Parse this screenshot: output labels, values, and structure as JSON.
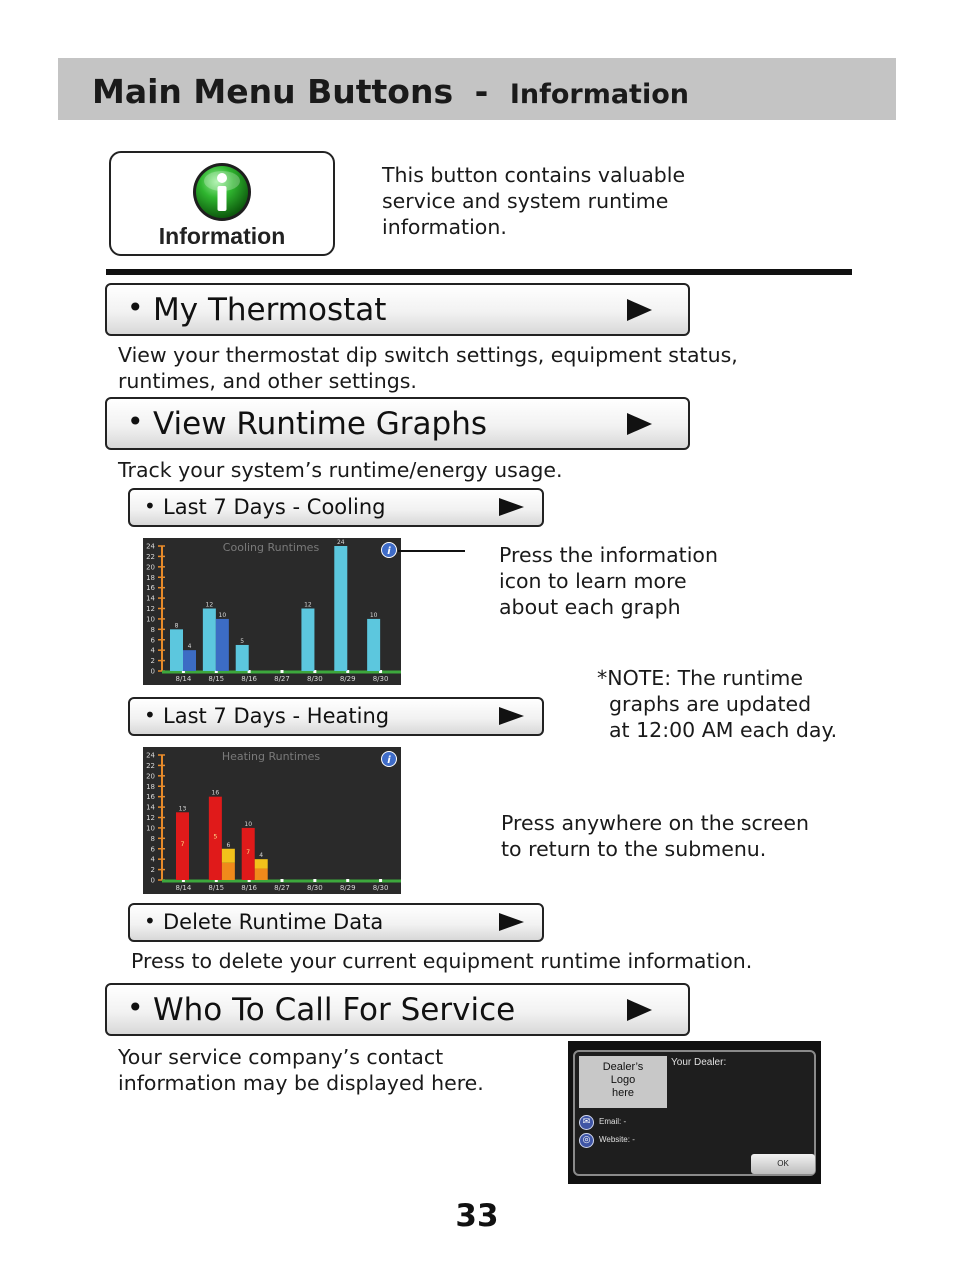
{
  "header": {
    "title": "Main Menu Buttons",
    "separator": "-",
    "subtitle": "Information"
  },
  "information_button": {
    "label": "Information",
    "description_lines": [
      "This button contains valuable",
      "service and system runtime",
      "information."
    ]
  },
  "colors": {
    "header_band": "#c4c4c4",
    "info_icon_green": "#2fb52f",
    "cooling_light": "#5cc7de",
    "cooling_dark": "#3c6cc4",
    "heating_red": "#e01a1a",
    "heating_yellow": "#f2c21b",
    "graph_bg": "#2a2a2a",
    "axis_green": "#3da83d",
    "axis_orange": "#e88b2a"
  },
  "sections": {
    "my_thermostat": {
      "label": "My Thermostat",
      "description_lines": [
        "View your thermostat dip switch settings, equipment status,",
        "runtimes, and other settings."
      ]
    },
    "view_runtime_graphs": {
      "label": "View Runtime Graphs",
      "description": "Track your system’s runtime/energy usage.",
      "submenu": {
        "cooling": {
          "label": "Last 7 Days - Cooling"
        },
        "heating": {
          "label": "Last 7 Days - Heating"
        },
        "delete": {
          "label": "Delete Runtime Data",
          "description": "Press to delete your current equipment runtime information."
        }
      },
      "info_note_lines": [
        "Press the information",
        "icon to learn more",
        "about each graph"
      ],
      "runtime_note_lines": [
        "*NOTE: The runtime",
        "graphs are updated",
        "at 12:00 AM each day."
      ],
      "return_note_lines": [
        "Press anywhere on the screen",
        "to return to the submenu."
      ]
    },
    "who_to_call": {
      "label": "Who To Call For Service",
      "description_lines": [
        "Your service company’s contact",
        "information may be displayed here."
      ],
      "dealer_screen": {
        "logo_text": "Dealer’s\nLogo\nhere",
        "your_dealer": "Your Dealer:",
        "email": "Email: -",
        "website": "Website: -",
        "ok": "OK",
        "email_icon": "mail-icon",
        "website_icon": "globe-icon"
      }
    }
  },
  "chart_data": [
    {
      "type": "bar",
      "title": "Cooling Runtimes",
      "categories": [
        "8/14",
        "8/15",
        "8/16",
        "8/27",
        "8/30",
        "8/29",
        "8/30"
      ],
      "ylim": [
        0,
        24
      ],
      "yticks": [
        0,
        2,
        4,
        6,
        8,
        10,
        12,
        14,
        16,
        18,
        20,
        22,
        24
      ],
      "series": [
        {
          "values": [
            8,
            12,
            5,
            0,
            12,
            24,
            10
          ]
        },
        {
          "values": [
            4,
            10,
            0,
            0,
            0,
            0,
            0
          ]
        }
      ],
      "info_icon": "info-icon"
    },
    {
      "type": "bar",
      "title": "Heating Runtimes",
      "categories": [
        "8/14",
        "8/15",
        "8/16",
        "8/27",
        "8/30",
        "8/29",
        "8/30"
      ],
      "ylim": [
        0,
        24
      ],
      "yticks": [
        0,
        2,
        4,
        6,
        8,
        10,
        12,
        14,
        16,
        18,
        20,
        22,
        24
      ],
      "stacked": true,
      "series": [
        {
          "values": [
            13,
            16,
            10,
            0,
            0,
            0,
            0
          ],
          "inner_labels": [
            "7",
            "5",
            "7",
            "",
            "",
            "",
            ""
          ]
        },
        {
          "values": [
            0,
            6,
            4,
            0,
            0,
            0,
            0
          ]
        }
      ],
      "info_icon": "info-icon"
    }
  ],
  "page_number": "33"
}
